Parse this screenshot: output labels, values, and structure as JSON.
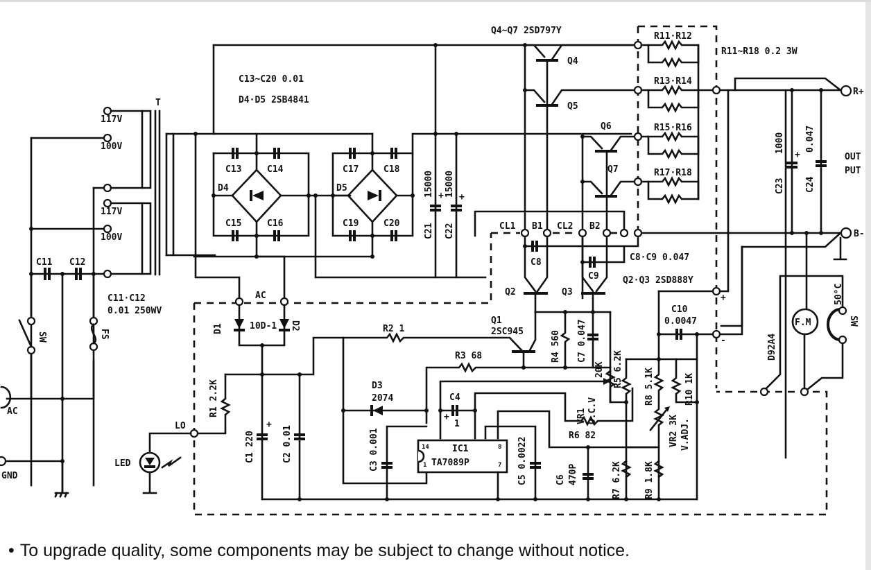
{
  "schematic": {
    "title": "Power supply schematic",
    "transformer": {
      "ref": "T",
      "taps": [
        "117V",
        "100V",
        "117V",
        "100V"
      ]
    },
    "input": {
      "ac_label": "AC",
      "gnd_label": "GND",
      "switch_label": "SW",
      "fuse_label": "FS",
      "c11_label": "C11",
      "c12_label": "C12",
      "c11_c12_spec_line1": "C11·C12",
      "c11_c12_spec_line2": "0.01 250WV"
    },
    "rectifiers": {
      "spec_caps": "C13~C20 0.01",
      "spec_diodes": "D4·D5 2SB4841",
      "caps": [
        "C13",
        "C14",
        "C15",
        "C16",
        "C17",
        "C18",
        "C19",
        "C20"
      ],
      "d4": "D4",
      "d5": "D5",
      "c21": {
        "ref": "C21",
        "value": "15000",
        "polarity": "+"
      },
      "c22": {
        "ref": "C22",
        "value": "15000",
        "polarity": "+"
      }
    },
    "pass_transistors": {
      "spec": "Q4~Q7 2SD797Y",
      "refs": [
        "Q4",
        "Q5",
        "Q6",
        "Q7"
      ]
    },
    "emitter_resistors": {
      "spec": "R11~R18 0.2 3W",
      "pairs": [
        "R11·R12",
        "R13·R14",
        "R15·R16",
        "R17·R18"
      ]
    },
    "output": {
      "label_line1": "OUT",
      "label_line2": "PUT",
      "pos_terminal": "R+",
      "neg_terminal": "B-",
      "c23": {
        "ref": "C23",
        "value": "1000",
        "polarity": "+"
      },
      "c24": {
        "ref": "C24",
        "value": "0.047"
      }
    },
    "drivers": {
      "terminals": [
        "CL1",
        "B1",
        "CL2",
        "B2"
      ],
      "c8": "C8",
      "c9": "C9",
      "c8_c9_spec": "C8·C9 0.047",
      "q2": "Q2",
      "q3": "Q3",
      "q2_q3_spec": "Q2·Q3 2SD888Y",
      "plus_mark": "+",
      "minus_mark": "-"
    },
    "control_board": {
      "ac_label": "AC",
      "d1": "D1",
      "d2": "D2",
      "d1_d2_spec": "10D-1",
      "lo_label": "LO",
      "led_label": "LED",
      "r1": "R1 2.2K",
      "c1": "C1 220",
      "c1_polarity": "+",
      "c2": "C2 0.01",
      "r2": "R2 1",
      "r3": "R3 68",
      "q1_ref": "Q1",
      "q1_part": "2SC945",
      "d3_ref": "D3",
      "d3_part": "2074",
      "c3": "C3 0.001",
      "c4_ref": "C4",
      "c4_value": "1",
      "c4_polarity": "+",
      "ic1_ref": "IC1",
      "ic1_part": "TA7089P",
      "ic_pin14": "14",
      "ic_pin8": "8",
      "ic_pin1": "1",
      "ic_pin7": "7",
      "c5": "C5 0.0022",
      "c6_ref": "C6",
      "c6_value": "470P",
      "r4": "R4 560",
      "c7": "C7 0.047",
      "vr1_value": "20K",
      "vr1_ref": "VR1",
      "vr1_func": "O.C.V",
      "r5": "R5 6.2K",
      "r6": "R6 82",
      "r7": "R7 6.2K",
      "r8": "R8 5.1K",
      "r9": "R9 1.8K",
      "r10": "R10 1K",
      "vr2": "VR2 3K",
      "vr2_func": "V.ADJ.",
      "c10_ref": "C10",
      "c10_value": "0.0047"
    },
    "fan": {
      "diode": "D92A4",
      "motor": "F.M",
      "thermal_switch": "SW",
      "temp": "50°C"
    }
  },
  "footnote": {
    "bullet": "•",
    "text": "To upgrade quality, some components may be subject to change without notice."
  }
}
